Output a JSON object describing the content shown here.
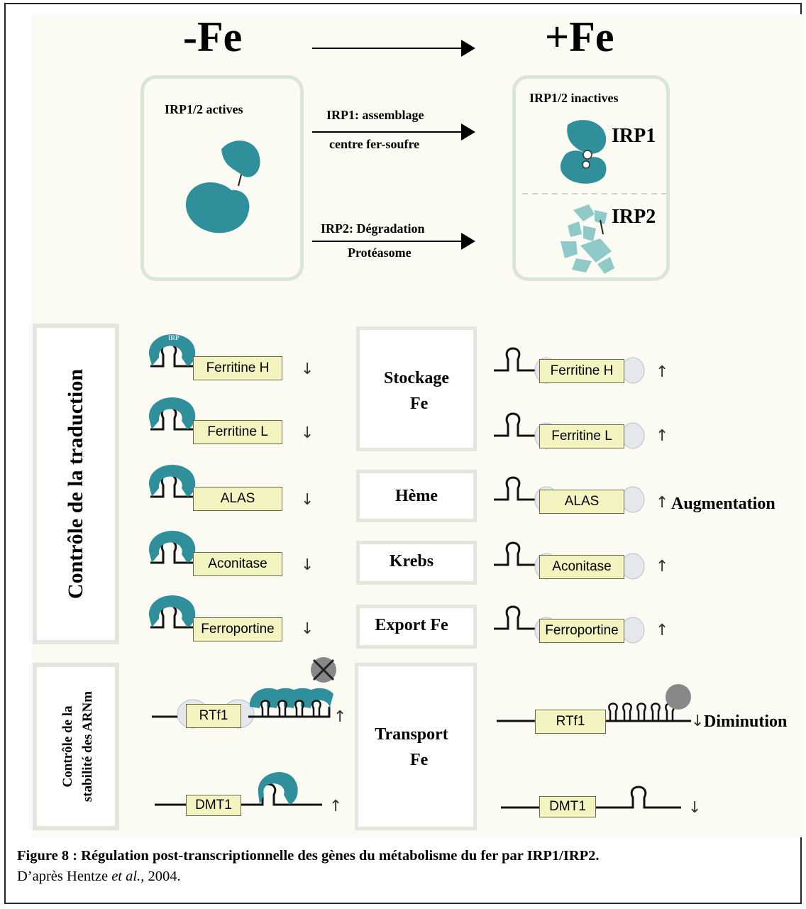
{
  "header": {
    "left": "-Fe",
    "right": "+Fe"
  },
  "top": {
    "left_box_label": "IRP1/2 actives",
    "right_box_label": "IRP1/2 inactives",
    "irp1_label": "IRP1",
    "irp2_label": "IRP2",
    "arrow1_line1": "IRP1: assemblage",
    "arrow1_line2": "centre fer-soufre",
    "arrow2_line1": "IRP2: Dégradation",
    "arrow2_line2": "Protéasome"
  },
  "side_labels": {
    "translation": "Contrôle de la traduction",
    "stability_line1": "Contrôle de la",
    "stability_line2": "stabilité des ARNm"
  },
  "irp_badge": "IRP",
  "down_arrow": "↓",
  "up_arrow": "↑",
  "rows": [
    {
      "gene": "Ferritine H",
      "left_arrow": "↓",
      "right_arrow": "↑"
    },
    {
      "gene": "Ferritine L",
      "left_arrow": "↓",
      "right_arrow": "↑"
    },
    {
      "gene": "ALAS",
      "left_arrow": "↓",
      "right_arrow": "↑"
    },
    {
      "gene": "Aconitase",
      "left_arrow": "↓",
      "right_arrow": "↑"
    },
    {
      "gene": "Ferroportine",
      "left_arrow": "↓",
      "right_arrow": "↑"
    },
    {
      "gene": "RTf1",
      "left_arrow": "↑",
      "right_arrow": "↓"
    },
    {
      "gene": "DMT1",
      "left_arrow": "↑",
      "right_arrow": "↓"
    }
  ],
  "categories": {
    "stockage_line1": "Stockage",
    "stockage_line2": "Fe",
    "heme": "Hème",
    "krebs": "Krebs",
    "export": "Export Fe",
    "transport_line1": "Transport",
    "transport_line2": "Fe"
  },
  "annotations": {
    "augmentation": "Augmentation",
    "diminution": "Diminution"
  },
  "caption": {
    "bold": "Figure 8 : Régulation post-transcriptionnelle des gènes du métabolisme du fer par IRP1/IRP2.",
    "ref_prefix": "D’après Hentze ",
    "ref_italic": "et al.",
    "ref_suffix": ", 2004."
  },
  "colors": {
    "irp": "#2f8f9a",
    "irp_light": "#8fcac8",
    "gene_box": "#f4f4c0",
    "ribosome": "#e4e8ec"
  }
}
